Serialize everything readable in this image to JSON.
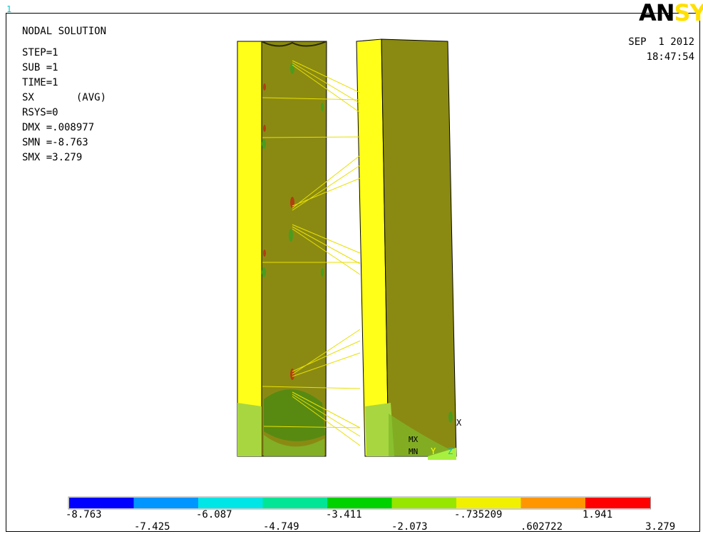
{
  "window": {
    "number": "1",
    "logo": {
      "dark": "AN",
      "yellow": "SYS"
    },
    "date": "SEP  1 2012",
    "time": "18:47:54"
  },
  "solution_info": [
    "NODAL SOLUTION",
    "STEP=1",
    "SUB =1",
    "TIME=1",
    "SX       (AVG)",
    "RSYS=0",
    "DMX =.008977",
    "SMN =-8.763",
    "SMX =3.279"
  ],
  "markers": {
    "mx": "MX",
    "mn": "MN",
    "y_axis": "Y",
    "z_axis": "Z",
    "x_axis": "X"
  },
  "legend": {
    "colors": [
      "#0000ff",
      "#0096ff",
      "#00e6e6",
      "#00e696",
      "#00d200",
      "#96e600",
      "#f0f000",
      "#ff9600",
      "#ff0000"
    ],
    "top_labels": [
      "-8.763",
      "-6.087",
      "-3.411",
      "-.735209",
      "1.941"
    ],
    "bottom_labels": [
      "-7.425",
      "-4.749",
      "-2.073",
      ".602722",
      "3.279"
    ]
  }
}
